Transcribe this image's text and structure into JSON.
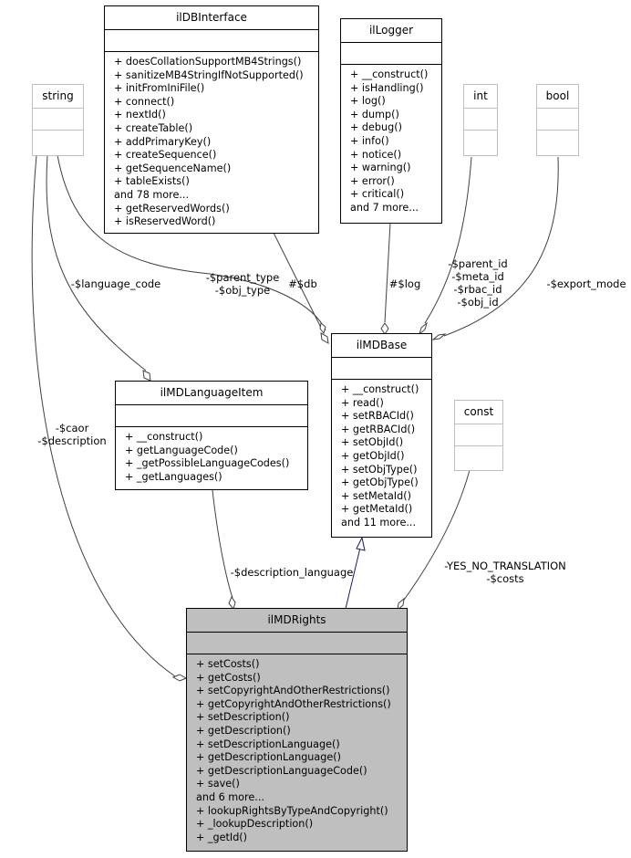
{
  "classes": {
    "ildb": {
      "name": "ilDBInterface",
      "methods": [
        "+ doesCollationSupportMB4Strings()",
        "+ sanitizeMB4StringIfNotSupported()",
        "+ initFromIniFile()",
        "+ connect()",
        "+ nextId()",
        "+ createTable()",
        "+ addPrimaryKey()",
        "+ createSequence()",
        "+ getSequenceName()",
        "+ tableExists()",
        "and 78 more...",
        "+ getReservedWords()",
        "+ isReservedWord()"
      ]
    },
    "illogger": {
      "name": "ilLogger",
      "methods": [
        "+ __construct()",
        "+ isHandling()",
        "+ log()",
        "+ dump()",
        "+ debug()",
        "+ info()",
        "+ notice()",
        "+ warning()",
        "+ error()",
        "+ critical()",
        "and 7 more..."
      ]
    },
    "string": {
      "name": "string"
    },
    "int": {
      "name": "int"
    },
    "bool": {
      "name": "bool"
    },
    "const": {
      "name": "const"
    },
    "ilmdbase": {
      "name": "ilMDBase",
      "methods": [
        "+ __construct()",
        "+ read()",
        "+ setRBACId()",
        "+ getRBACId()",
        "+ setObjId()",
        "+ getObjId()",
        "+ setObjType()",
        "+ getObjType()",
        "+ setMetaId()",
        "+ getMetaId()",
        "and 11 more..."
      ]
    },
    "ilmdlang": {
      "name": "ilMDLanguageItem",
      "methods": [
        "+ __construct()",
        "+ getLanguageCode()",
        "+ _getPossibleLanguageCodes()",
        "+ _getLanguages()"
      ]
    },
    "ilmdrights": {
      "name": "ilMDRights",
      "methods": [
        "+ setCosts()",
        "+ getCosts()",
        "+ setCopyrightAndOtherRestrictions()",
        "+ getCopyrightAndOtherRestrictions()",
        "+ setDescription()",
        "+ getDescription()",
        "+ setDescriptionLanguage()",
        "+ getDescriptionLanguage()",
        "+ getDescriptionLanguageCode()",
        "+ save()",
        "and 6 more...",
        "+ lookupRightsByTypeAndCopyright()",
        "+ _lookupDescription()",
        "+ _getId()"
      ]
    }
  },
  "edges": {
    "db": "#$db",
    "log": "#$log",
    "parent_type": [
      "-$parent_type",
      "-$obj_type"
    ],
    "ids": [
      "-$parent_id",
      "-$meta_id",
      "-$rbac_id",
      "-$obj_id"
    ],
    "export_mode": "-$export_mode",
    "language_code": "-$language_code",
    "caor": [
      "-$caor",
      "-$description"
    ],
    "description_language": "-$description_language",
    "costs": [
      "-YES_NO_TRANSLATION",
      "-$costs"
    ]
  },
  "colors": {
    "inheritance_arrow": "#191970",
    "highlight_fill": "#bfbfbf",
    "builtin_border": "#bfbfbf"
  }
}
